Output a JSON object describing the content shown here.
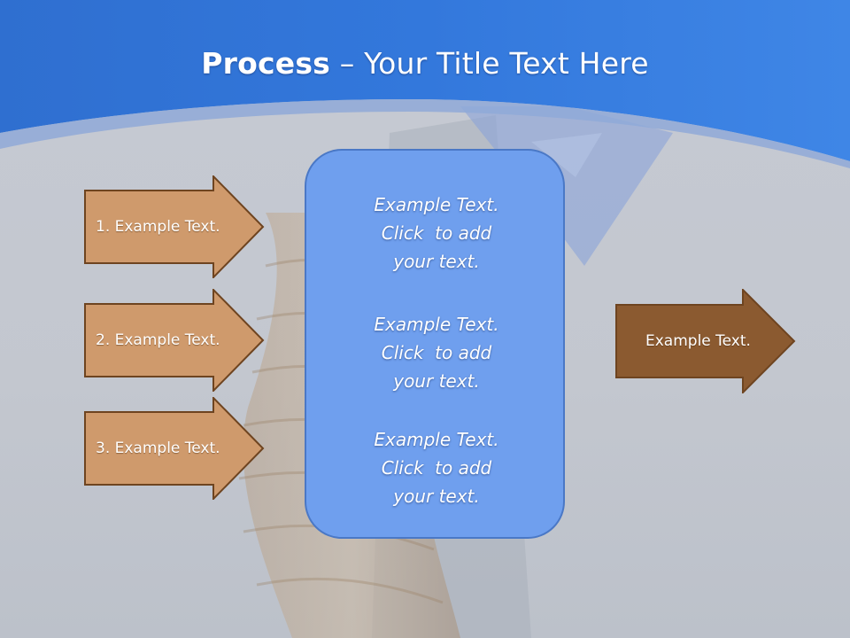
{
  "title": {
    "bold": "Process",
    "rest": " – Your Title Text Here"
  },
  "left_arrows": [
    {
      "label": "1. Example Text."
    },
    {
      "label": "2. Example Text."
    },
    {
      "label": "3. Example Text."
    }
  ],
  "center_box": {
    "blocks": [
      {
        "lines": [
          "Example Text.",
          "Click  to add",
          "your text."
        ]
      },
      {
        "lines": [
          "Example Text.",
          "Click  to add",
          "your text."
        ]
      },
      {
        "lines": [
          "Example Text.",
          "Click  to add",
          "your text."
        ]
      }
    ]
  },
  "right_arrow": {
    "label": "Example Text."
  },
  "colors": {
    "header_blue": "#3a7fde",
    "arrow_light": "#cf9a6c",
    "arrow_dark": "#8b5a30",
    "arrow_border": "#6e4420",
    "box_fill": "#6f9fee",
    "box_border": "#4a78c6"
  }
}
